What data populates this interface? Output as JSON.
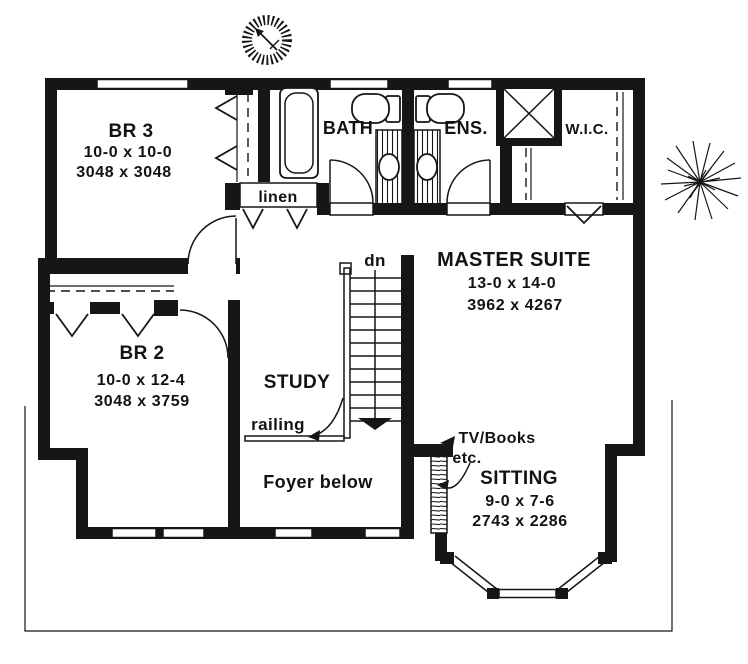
{
  "drawing": {
    "type": "second-floor-plan",
    "ink_color": "#161616",
    "paper_color": "#ffffff"
  },
  "rooms": {
    "br3": {
      "name": "BR 3",
      "dim_imperial": "10-0 x 10-0",
      "dim_metric": "3048 x 3048"
    },
    "br2": {
      "name": "BR 2",
      "dim_imperial": "10-0 x 12-4",
      "dim_metric": "3048 x 3759"
    },
    "master": {
      "name": "MASTER SUITE",
      "dim_imperial": "13-0 x 14-0",
      "dim_metric": "3962 x 4267"
    },
    "sitting": {
      "name": "SITTING",
      "dim_imperial": "9-0 x 7-6",
      "dim_metric": "2743 x 2286"
    },
    "bath": {
      "name": "BATH"
    },
    "ensuite": {
      "name": "ENS."
    },
    "wic": {
      "name": "W.I.C."
    },
    "linen": {
      "name": "linen"
    },
    "study": {
      "name": "STUDY"
    },
    "foyer": {
      "name": "Foyer below"
    }
  },
  "labels": {
    "stair_direction": "dn",
    "railing": "railing",
    "tv_books": "TV/Books",
    "tv_books_2": "etc."
  },
  "icons": {
    "compass": "north-compass-icon",
    "tree": "tree-icon"
  }
}
